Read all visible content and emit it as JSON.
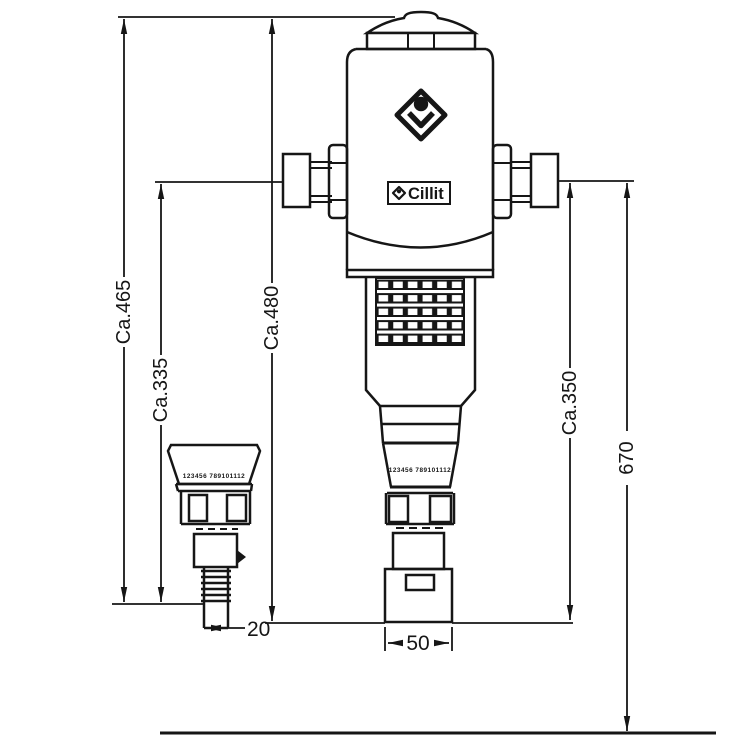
{
  "drawing": {
    "brand": "Cillit",
    "scale_main": "123456  789101112",
    "scale_drain": "123456  789101112",
    "dimensions": {
      "ca465": "Ca.465",
      "ca335": "Ca.335",
      "ca480": "Ca.480",
      "ca350": "Ca.350",
      "h670": "670",
      "w20": "20",
      "w50": "50"
    },
    "colors": {
      "ink": "#161616",
      "paper": "#ffffff"
    }
  }
}
